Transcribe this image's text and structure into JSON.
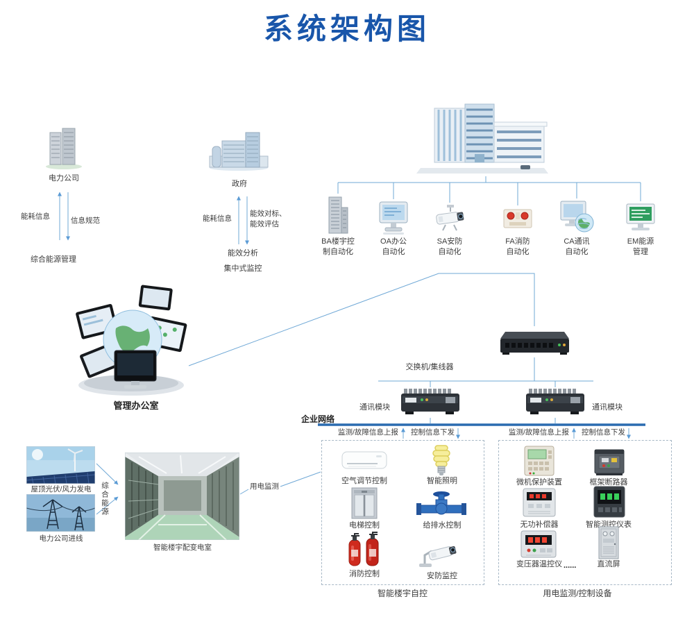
{
  "title": "系统架构图",
  "colors": {
    "title": "#1956aa",
    "wire": "#6fa8d6",
    "network_bus": "#2b6cb0"
  },
  "top_left": {
    "icon": "office-building-icon",
    "company": "电力公司",
    "flow_up": "能耗信息",
    "flow_down": "信息规范",
    "manager": "综合能源管理"
  },
  "top_mid": {
    "icon": "government-building-icon",
    "gov": "政府",
    "flow_up": "能耗信息",
    "flow_down_1": "能效对标、",
    "flow_down_2": "能效评估",
    "analysis_1": "能效分析",
    "analysis_2": "集中式监控"
  },
  "campus": {
    "icon": "large-office-building-icon"
  },
  "automation": [
    {
      "line1": "BA楼宇控",
      "line2": "制自动化",
      "icon": "highrise-building-icon"
    },
    {
      "line1": "OA办公",
      "line2": "自动化",
      "icon": "monitor-icon"
    },
    {
      "line1": "SA安防",
      "line2": "自动化",
      "icon": "cctv-camera-icon"
    },
    {
      "line1": "FA消防",
      "line2": "自动化",
      "icon": "fire-alarm-icon"
    },
    {
      "line1": "CA通讯",
      "line2": "自动化",
      "icon": "computer-globe-icon"
    },
    {
      "line1": "EM能源",
      "line2": "管理",
      "icon": "green-monitor-icon"
    }
  ],
  "office": {
    "label": "管理办公室",
    "icon": "monitor-cluster-globe-icon"
  },
  "network": {
    "switch": "交换机/集线器",
    "switch_icon": "network-switch-icon",
    "comm_left": "通讯模块",
    "comm_right": "通讯模块",
    "comm_icon": "comm-module-icon",
    "enterprise": "企业网络",
    "report_left": "监测/故障信息上报",
    "control_left": "控制信息下发",
    "report_right": "监测/故障信息上报",
    "control_right": "控制信息下发"
  },
  "bottom_left": {
    "solar": "屋顶光伏/风力发电",
    "solar_icon": "solar-wind-photo",
    "grid": "电力公司进线",
    "grid_icon": "power-lines-photo",
    "combined": "综合能源",
    "substation": "智能楼宇配变电室",
    "substation_icon": "substation-room-photo",
    "metering": "用电监测"
  },
  "building_box": {
    "items": [
      {
        "label": "空气调节控制",
        "icon": "air-conditioner-icon"
      },
      {
        "label": "智能照明",
        "icon": "cfl-bulb-icon"
      },
      {
        "label": "电梯控制",
        "icon": "elevator-icon"
      },
      {
        "label": "给排水控制",
        "icon": "water-valve-icon"
      },
      {
        "label": "消防控制",
        "icon": "fire-extinguisher-icon"
      },
      {
        "label": "安防监控",
        "icon": "cctv-camera-icon"
      }
    ],
    "caption": "智能楼宇自控"
  },
  "power_box": {
    "items": [
      {
        "label": "微机保护装置",
        "icon": "protection-relay-icon"
      },
      {
        "label": "框架断路器",
        "icon": "frame-breaker-icon"
      },
      {
        "label": "无功补偿器",
        "icon": "reactive-compensator-icon"
      },
      {
        "label": "智能测控仪表",
        "icon": "smart-meter-icon"
      },
      {
        "label": "变压器温控仪",
        "icon": "temperature-controller-icon"
      },
      {
        "label": "直流屏",
        "icon": "dc-panel-icon"
      }
    ],
    "ellipsis": "......",
    "caption": "用电监测/控制设备"
  }
}
